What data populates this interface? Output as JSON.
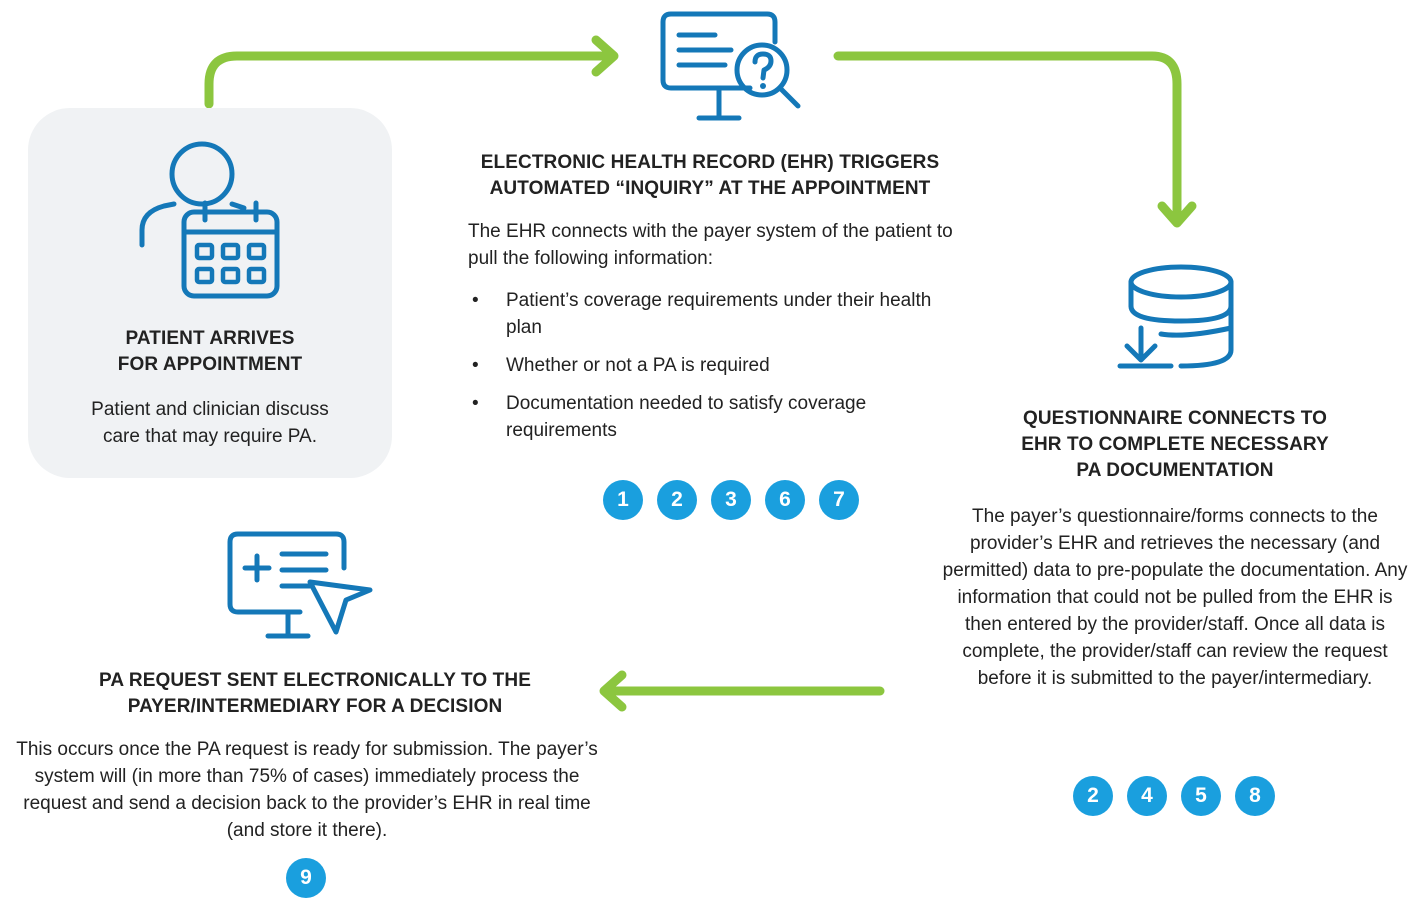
{
  "colors": {
    "arrow": "#8cc63f",
    "icon": "#1478b8",
    "badge": "#1a9fde",
    "card": "#f0f2f4"
  },
  "step1": {
    "icon": "patient-calendar-icon",
    "title_line1": "PATIENT ARRIVES",
    "title_line2": "FOR APPOINTMENT",
    "body_line1": "Patient and clinician discuss",
    "body_line2": "care that may require PA."
  },
  "step2": {
    "icon": "monitor-search-question-icon",
    "title_line1": "ELECTRONIC HEALTH RECORD (EHR) TRIGGERS",
    "title_line2": "AUTOMATED “INQUIRY” AT THE APPOINTMENT",
    "intro": "The EHR connects with the payer system of the patient to pull the following information:",
    "bullets": [
      "Patient’s coverage requirements under their health plan",
      "Whether or not a PA is required",
      "Documentation needed to satisfy coverage requirements"
    ],
    "badges": [
      "1",
      "2",
      "3",
      "6",
      "7"
    ]
  },
  "step3": {
    "icon": "database-download-icon",
    "title_line1": "QUESTIONNAIRE CONNECTS TO",
    "title_line2": "EHR TO COMPLETE NECESSARY",
    "title_line3": "PA DOCUMENTATION",
    "body": "The payer’s questionnaire/forms connects to the provider’s EHR and retrieves the necessary (and permitted) data to pre-populate the documentation. Any information that could not be pulled from the EHR is then entered by the provider/staff. Once all data is complete, the provider/staff can review the request before it is submitted to the payer/intermediary.",
    "badges": [
      "2",
      "4",
      "5",
      "8"
    ]
  },
  "step4": {
    "icon": "monitor-send-icon",
    "title_line1": "PA REQUEST SENT ELECTRONICALLY TO THE",
    "title_line2": "PAYER/INTERMEDIARY FOR A DECISION",
    "body": "This occurs once the PA request is ready for submission. The payer’s system will (in more than 75% of cases) immediately process the request and send a decision back to the provider’s EHR in real time (and store it there).",
    "badges": [
      "9"
    ]
  }
}
